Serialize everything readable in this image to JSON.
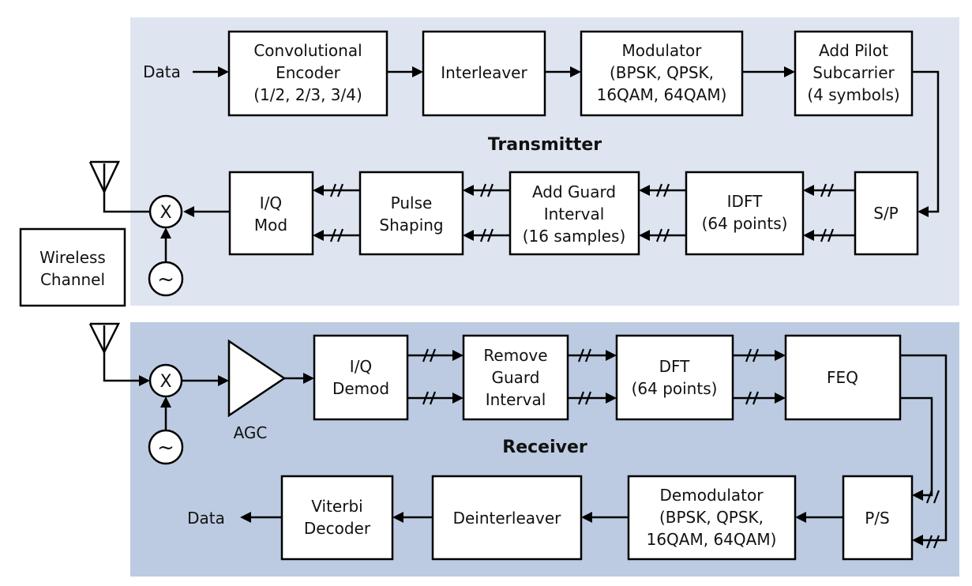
{
  "transmitter": {
    "title": "Transmitter",
    "input_label": "Data",
    "encoder": [
      "Convolutional",
      "Encoder",
      "(1/2, 2/3, 3/4)"
    ],
    "interleaver": "Interleaver",
    "modulator": [
      "Modulator",
      "(BPSK, QPSK,",
      "16QAM, 64QAM)"
    ],
    "pilot": [
      "Add Pilot",
      "Subcarrier",
      "(4 symbols)"
    ],
    "sp": "S/P",
    "idft": [
      "IDFT",
      "(64 points)"
    ],
    "guard": [
      "Add Guard",
      "Interval",
      "(16 samples)"
    ],
    "pulse": [
      "Pulse",
      "Shaping"
    ],
    "iqmod": [
      "I/Q",
      "Mod"
    ],
    "mixer_symbol": "X",
    "oscillator_symbol": "~"
  },
  "channel": [
    "Wireless",
    "Channel"
  ],
  "receiver": {
    "title": "Receiver",
    "output_label": "Data",
    "mixer_symbol": "X",
    "oscillator_symbol": "~",
    "agc": "AGC",
    "iqdemod": [
      "I/Q",
      "Demod"
    ],
    "remove_guard": [
      "Remove",
      "Guard",
      "Interval"
    ],
    "dft": [
      "DFT",
      "(64 points)"
    ],
    "feq": "FEQ",
    "ps": "P/S",
    "demodulator": [
      "Demodulator",
      "(BPSK, QPSK,",
      "16QAM, 64QAM)"
    ],
    "deinterleaver": "Deinterleaver",
    "viterbi": [
      "Viterbi",
      "Decoder"
    ]
  },
  "colors": {
    "transmitter_bg": "#dfe5f0",
    "receiver_bg": "#bccbe1",
    "line": "#000000"
  }
}
